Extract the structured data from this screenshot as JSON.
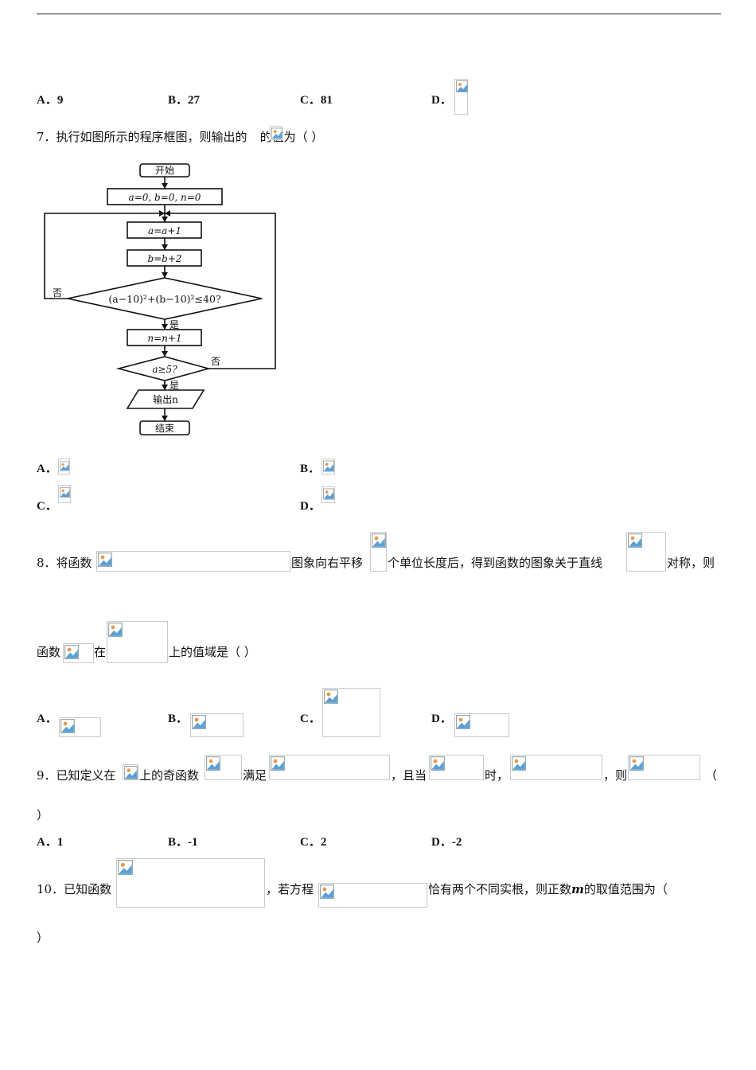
{
  "q6": {
    "options": [
      {
        "label": "A．",
        "value": "9"
      },
      {
        "label": "B．",
        "value": "27"
      },
      {
        "label": "C．",
        "value": "81"
      },
      {
        "label": "D．",
        "value": ""
      }
    ]
  },
  "q7": {
    "number": "7．",
    "text_before": "执行如图所示的程序框图，则输出的",
    "text_after": "的值为（    ）",
    "flow": {
      "start": "开始",
      "init": "a=0, b=0, n=0",
      "step1": "a=a+1",
      "step2": "b=b+2",
      "cond1": "(a−10)²+(b−10)²≤40?",
      "step3": "n=n+1",
      "cond2": "a≥5?",
      "output": "输出n",
      "end": "结束",
      "yes": "是",
      "no": "否"
    },
    "options": [
      "A．",
      "B．",
      "C．",
      "D．"
    ]
  },
  "q8": {
    "number": "8．",
    "text1": "将函数",
    "text2": "图象向右平移",
    "text3": "个单位长度后，得到函数的图象关于直线",
    "text4": "对称，则",
    "text5": "函数",
    "text6": "在",
    "text7": "上的值域是（    ）",
    "options": [
      "A．",
      "B．",
      "C．",
      "D．"
    ]
  },
  "q9": {
    "number": "9．",
    "text1": "已知定义在",
    "text2": "上的奇函数",
    "text3": "满足",
    "text4": "，且当",
    "text5": "时，",
    "text6": "，则",
    "text7": "（",
    "text8": "）",
    "options": [
      {
        "label": "A．",
        "value": "1"
      },
      {
        "label": "B．",
        "value": "-1"
      },
      {
        "label": "C．",
        "value": "2"
      },
      {
        "label": "D．",
        "value": "-2"
      }
    ]
  },
  "q10": {
    "number": "10．",
    "text1": "已知函数",
    "text2": "，若方程",
    "text3": "恰有两个不同实根，则正数",
    "var": "m",
    "text4": "的取值范围为（",
    "text5": "）"
  }
}
